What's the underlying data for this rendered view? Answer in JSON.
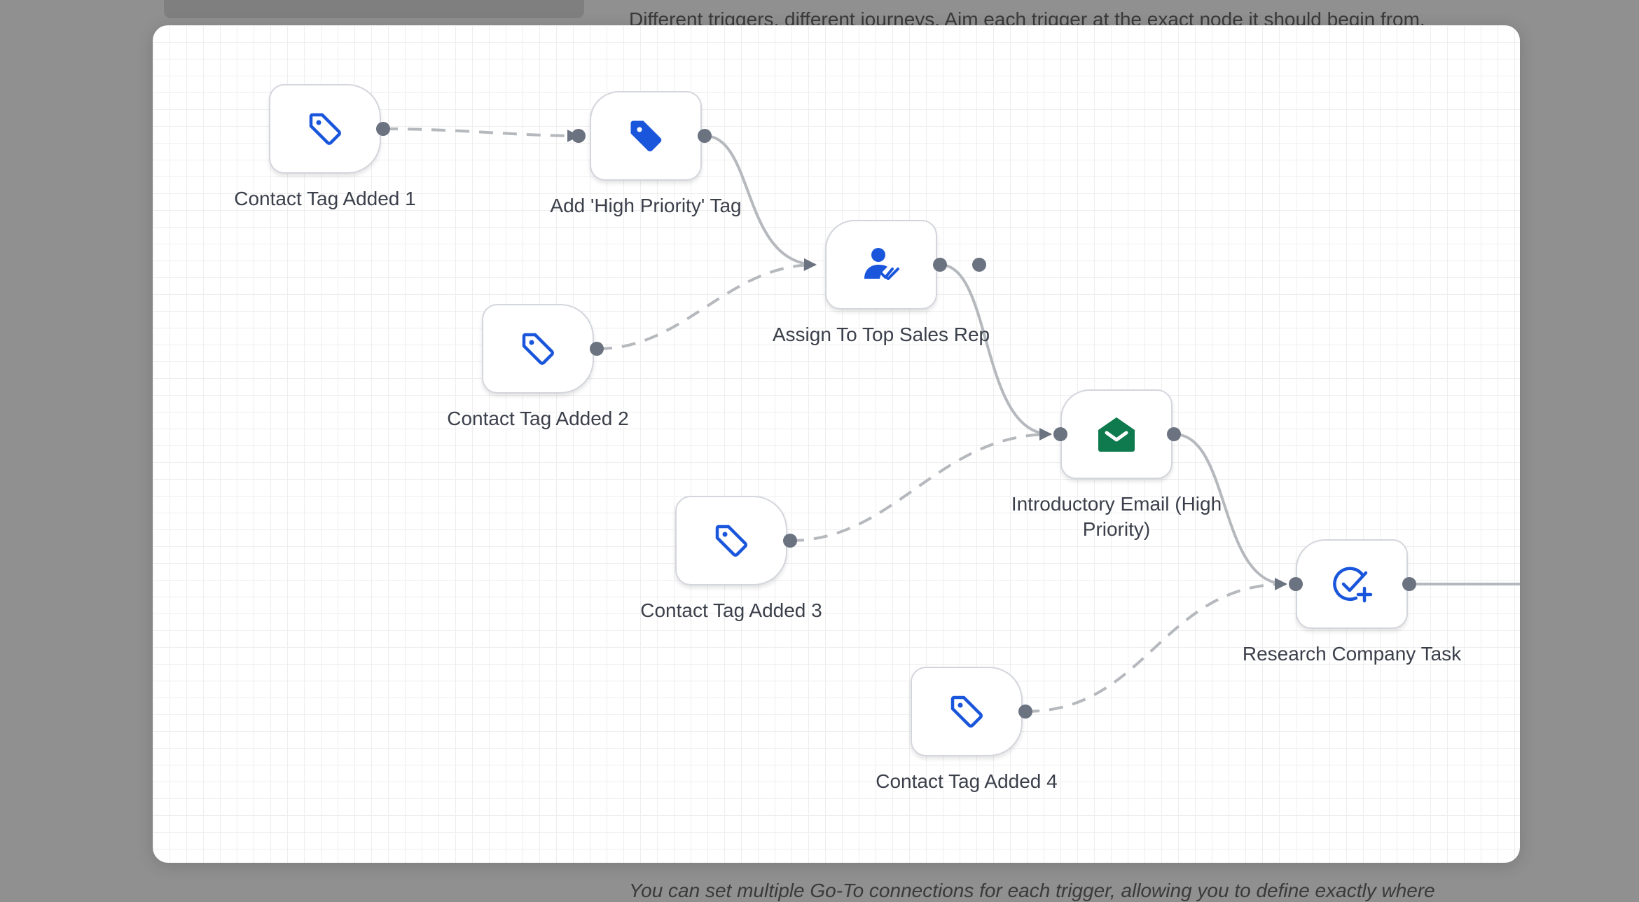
{
  "background": {
    "top_text": "Different triggers, different journeys. Aim each trigger at the exact node it should begin from.",
    "bottom_text": "You can set multiple Go-To connections for each trigger, allowing you to define exactly where"
  },
  "nodes": {
    "trigger1": {
      "label": "Contact Tag Added 1",
      "icon": "tag-outline-icon"
    },
    "add_tag": {
      "label": "Add 'High Priority' Tag",
      "icon": "tag-filled-icon"
    },
    "assign": {
      "label": "Assign To Top Sales Rep",
      "icon": "user-check-icon"
    },
    "trigger2": {
      "label": "Contact Tag Added 2",
      "icon": "tag-outline-icon"
    },
    "email": {
      "label": "Introductory Email (High Priority)",
      "icon": "email-open-icon"
    },
    "trigger3": {
      "label": "Contact Tag Added 3",
      "icon": "tag-outline-icon"
    },
    "task": {
      "label": "Research Company Task",
      "icon": "task-add-icon"
    },
    "trigger4": {
      "label": "Contact Tag Added 4",
      "icon": "tag-outline-icon"
    }
  },
  "colors": {
    "icon_blue": "#1a56db",
    "email_green": "#0e7a4d",
    "port_gray": "#6b7280",
    "edge_gray": "#b5b8bd"
  }
}
